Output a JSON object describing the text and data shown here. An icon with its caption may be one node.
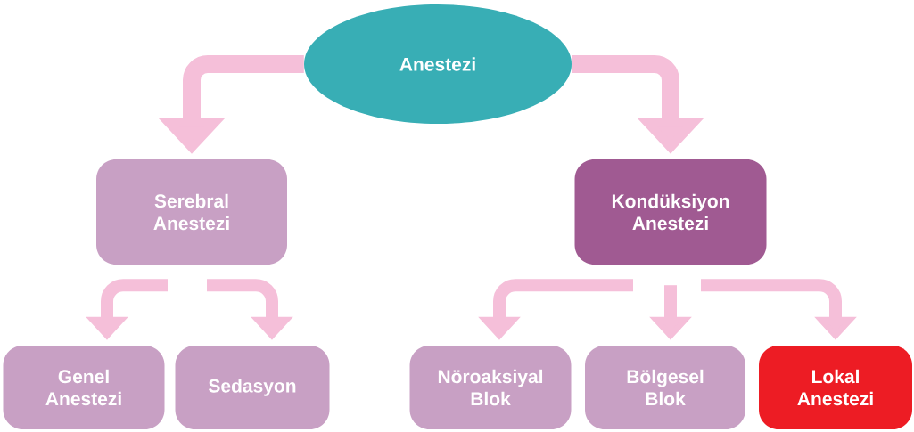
{
  "diagram": {
    "nodes": [
      {
        "text": [
          "Anestezi"
        ]
      },
      {
        "text": [
          "Serebral Anestezi"
        ]
      },
      {
        "text": [
          "Kondüksiyon Anestezi"
        ]
      },
      {
        "text": [
          "Genel Anestezi"
        ]
      },
      {
        "text": [
          "Sedasyon"
        ]
      },
      {
        "text": [
          "Nöroaksiyal Blok"
        ]
      },
      {
        "text": [
          "Bölgesel Blok"
        ]
      },
      {
        "text": [
          "Lokal Anestezi"
        ]
      }
    ],
    "edges": [
      {
        "from": 0,
        "to": 1,
        "arrow": "to"
      },
      {
        "from": 0,
        "to": 2,
        "arrow": "to"
      },
      {
        "from": 1,
        "to": 3,
        "arrow": "to"
      },
      {
        "from": 1,
        "to": 4,
        "arrow": "to"
      },
      {
        "from": 2,
        "to": 5,
        "arrow": "to"
      },
      {
        "from": 2,
        "to": 6,
        "arrow": "to"
      },
      {
        "from": 2,
        "to": 7,
        "arrow": "to"
      }
    ]
  }
}
